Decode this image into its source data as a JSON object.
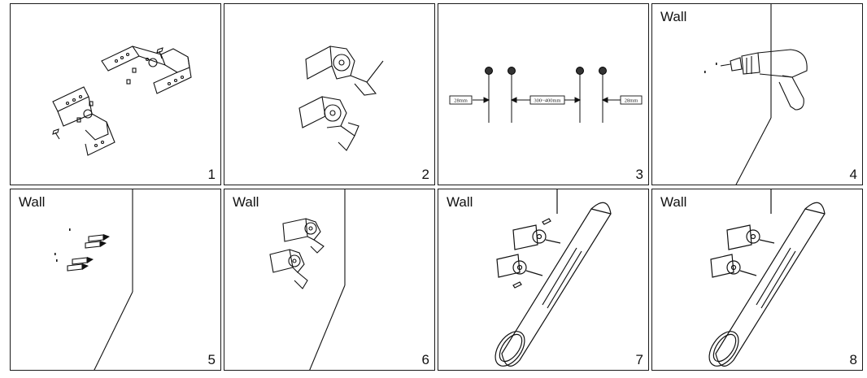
{
  "wall_label": "Wall",
  "panels": [
    {
      "step": "1"
    },
    {
      "step": "2"
    },
    {
      "step": "3",
      "dims": {
        "left": "28mm",
        "middle": "300~400mm",
        "right": "28mm"
      }
    },
    {
      "step": "4"
    },
    {
      "step": "5"
    },
    {
      "step": "6"
    },
    {
      "step": "7"
    },
    {
      "step": "8"
    }
  ]
}
